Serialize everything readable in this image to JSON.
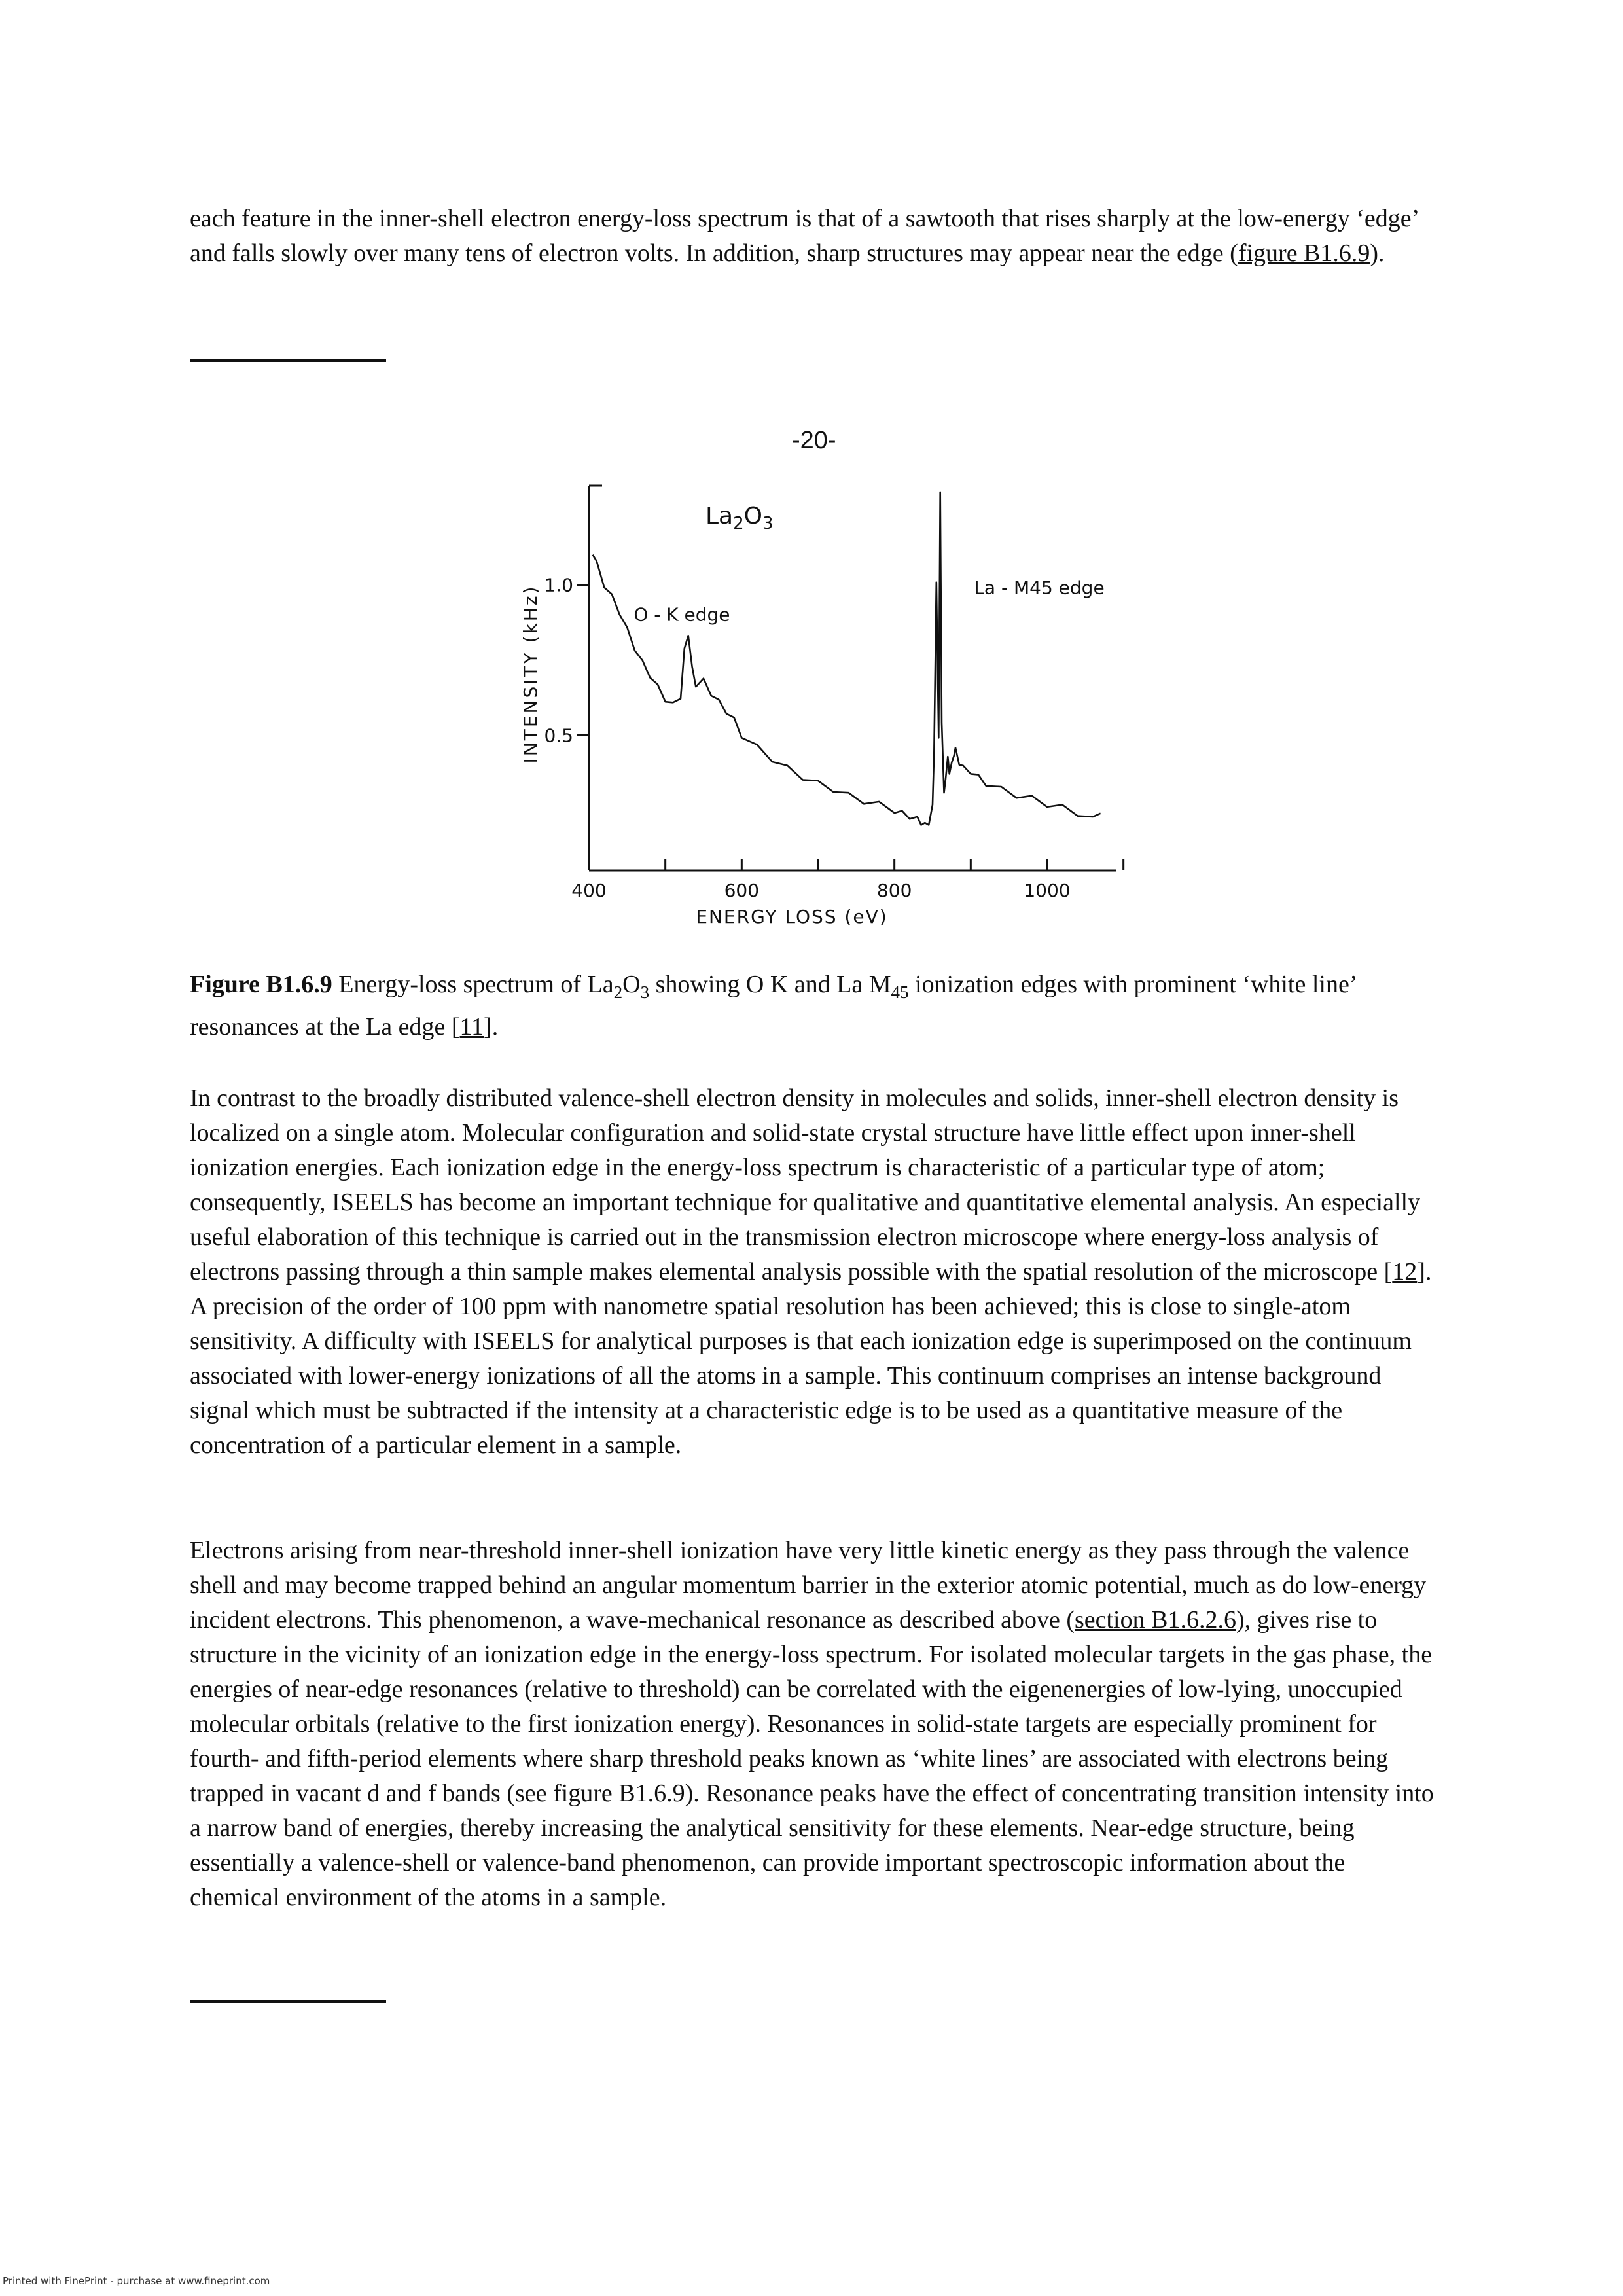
{
  "intro_paragraph": {
    "text_before": "each feature in the inner-shell electron energy-loss spectrum is that of a sawtooth that rises sharply at the low-energy ‘edge’ and falls slowly over many tens of electron volts. In addition, sharp structures may appear near the edge (",
    "link": "figure B1.6.9",
    "text_after": ")."
  },
  "page_number": "-20-",
  "figure": {
    "label": "Figure B1.6.9",
    "caption_part1": " Energy-loss spectrum of La",
    "sub1": "2",
    "caption_part2": "O",
    "sub2": "3",
    "caption_part3": " showing O K and La M",
    "sub3": "45",
    "caption_part4": " ionization edges with prominent ‘white line’ resonances at the La edge [",
    "ref": "11",
    "caption_part5": "]."
  },
  "chart_data": {
    "type": "line",
    "compound_label": "La2O3",
    "compound_label_base1": "La",
    "compound_label_sub1": "2",
    "compound_label_base2": "O",
    "compound_label_sub2": "3",
    "xlabel": "ENERGY LOSS  (eV)",
    "ylabel": "INTENSITY  (kHz)",
    "xlim": [
      400,
      1090
    ],
    "ylim": [
      0.05,
      1.33
    ],
    "x_ticks": [
      400,
      500,
      600,
      700,
      800,
      900,
      1000,
      1100
    ],
    "x_tick_labels": [
      "400",
      "600",
      "800",
      "1000"
    ],
    "x_tick_label_values": [
      400,
      600,
      800,
      1000
    ],
    "y_tick_labels": [
      "1.0",
      "0.5"
    ],
    "y_tick_values": [
      1.0,
      0.5
    ],
    "annotations": [
      {
        "text": "O - K edge",
        "x": 510,
        "y": 0.88
      },
      {
        "text": "La - M45 edge",
        "x": 900,
        "y": 0.97
      }
    ],
    "series": [
      {
        "x": [
          405,
          410,
          420,
          430,
          440,
          450,
          460,
          470,
          480,
          490,
          500,
          510,
          520,
          525,
          530,
          535,
          540,
          550,
          560,
          570,
          580,
          590,
          600,
          620,
          640,
          660,
          680,
          700,
          720,
          740,
          760,
          780,
          800,
          810,
          820,
          830,
          835,
          840,
          845,
          850,
          852,
          855,
          858,
          860,
          862,
          865,
          867,
          870,
          872,
          875,
          878,
          880,
          885,
          890,
          900,
          910,
          920,
          940,
          960,
          980,
          1000,
          1020,
          1040,
          1060,
          1070
        ],
        "y": [
          1.1,
          1.07,
          1.0,
          0.96,
          0.91,
          0.85,
          0.79,
          0.74,
          0.7,
          0.66,
          0.62,
          0.6,
          0.63,
          0.78,
          0.84,
          0.72,
          0.67,
          0.68,
          0.64,
          0.61,
          0.58,
          0.55,
          0.5,
          0.46,
          0.42,
          0.39,
          0.36,
          0.34,
          0.32,
          0.3,
          0.28,
          0.27,
          0.25,
          0.24,
          0.23,
          0.22,
          0.21,
          0.2,
          0.21,
          0.26,
          0.45,
          1.0,
          0.5,
          1.3,
          0.55,
          0.3,
          0.36,
          0.42,
          0.38,
          0.4,
          0.44,
          0.45,
          0.41,
          0.39,
          0.38,
          0.36,
          0.34,
          0.32,
          0.3,
          0.29,
          0.27,
          0.26,
          0.24,
          0.22,
          0.24
        ]
      }
    ]
  },
  "body_paragraph_1": {
    "text_before": "In contrast to the broadly distributed valence-shell electron density in molecules and solids, inner-shell electron density is localized on a single atom. Molecular configuration and solid-state crystal structure have little effect upon inner-shell ionization energies. Each ionization edge in the energy-loss spectrum is characteristic of a particular type of atom; consequently, ISEELS has become an important technique for qualitative and quantitative elemental analysis. An especially useful elaboration of this technique is carried out in the transmission electron microscope where energy-loss analysis of electrons passing through a thin sample makes elemental analysis possible with the spatial resolution of the microscope [",
    "ref": "12",
    "text_after": "]. A precision of the order of 100 ppm with nanometre spatial resolution has been achieved; this is close to single-atom sensitivity. A difficulty with ISEELS for analytical purposes is that each ionization edge is superimposed on the continuum associated with lower-energy ionizations of all the atoms in a sample. This continuum comprises an intense background signal which must be subtracted if the intensity at a characteristic edge is to be used as a quantitative measure of the concentration of a particular element in a sample."
  },
  "body_paragraph_2": {
    "text_before": "Electrons arising from near-threshold inner-shell ionization have very little kinetic energy as they pass through the valence shell and may become trapped behind an angular momentum barrier in the exterior atomic potential, much as do low-energy incident electrons. This phenomenon, a wave-mechanical resonance as described above (",
    "link": "section B1.6.2.6",
    "text_after": "), gives rise to structure in the vicinity of an ionization edge in the energy-loss spectrum. For isolated molecular targets in the gas phase, the energies of near-edge resonances (relative to threshold) can be correlated with the eigenenergies of low-lying, unoccupied molecular orbitals (relative to the first ionization energy). Resonances in solid-state targets are especially prominent for fourth- and fifth-period elements where sharp threshold peaks known as ‘white lines’ are associated with electrons being trapped in vacant d and f bands (see figure B1.6.9). Resonance peaks have the effect of concentrating transition intensity into a narrow band of energies, thereby increasing the analytical sensitivity for these elements. Near-edge structure, being essentially a valence-shell or valence-band phenomenon, can provide important spectroscopic information about the chemical environment of the atoms in a sample."
  },
  "footer": "Printed with FinePrint - purchase at www.fineprint.com"
}
